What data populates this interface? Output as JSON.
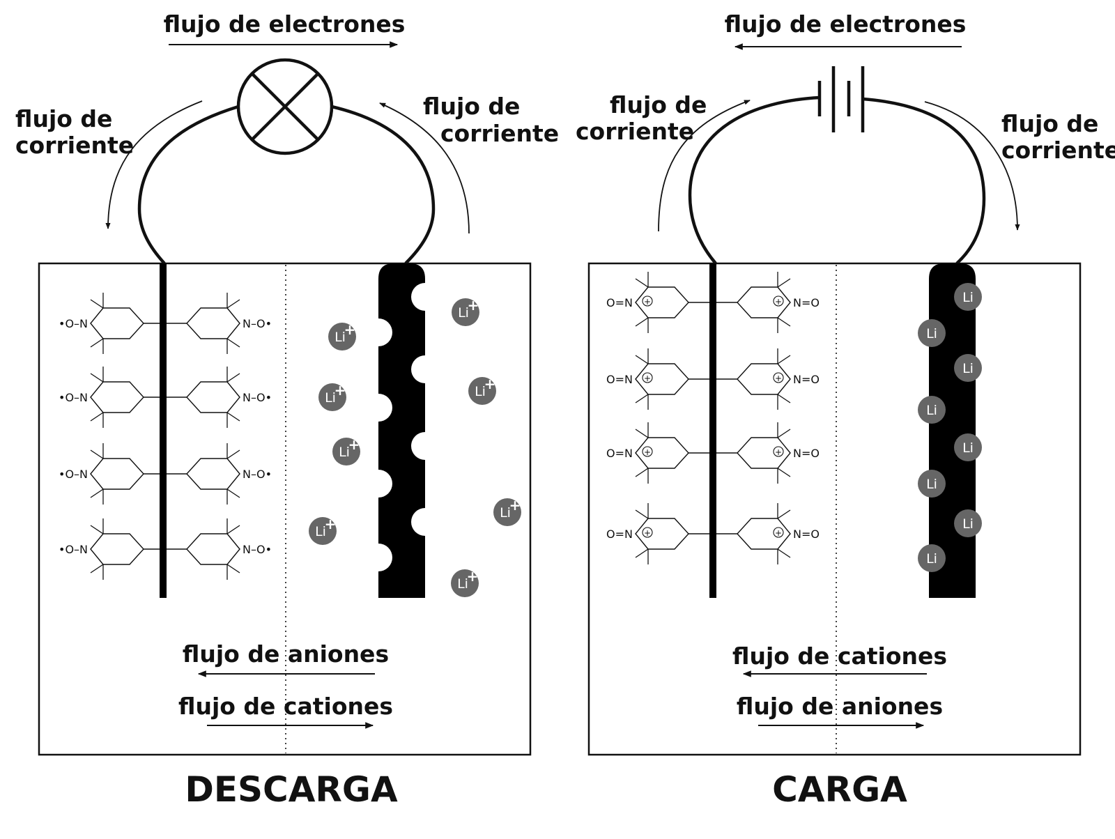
{
  "discharge": {
    "title": "DESCARGA",
    "electron_flow": "flujo de electrones",
    "current_left": [
      "flujo de",
      "corriente"
    ],
    "current_right": [
      "flujo de",
      "corriente"
    ],
    "anion_flow": "flujo de aniones",
    "cation_flow": "flujo de cationes",
    "nitroxide_left": "•O–N",
    "nitroxide_right": "N–O•",
    "ion_label": "Li",
    "ion_charge": "+"
  },
  "charge": {
    "title": "CARGA",
    "electron_flow": "flujo de electrones",
    "current_left": [
      "flujo de",
      "corriente"
    ],
    "current_right": [
      "flujo de",
      "corriente"
    ],
    "cation_flow": "flujo de cationes",
    "anion_flow": "flujo de aniones",
    "oxoammonium_left": "O=N",
    "oxoammonium_right": "N=O",
    "ion_label": "Li",
    "ion_charge": "+"
  },
  "colors": {
    "ion_fill": "#666666",
    "electrode": "#000000",
    "line": "#111111"
  },
  "icons": {
    "discharge_load": "lamp-icon",
    "charge_source": "battery-icon"
  }
}
